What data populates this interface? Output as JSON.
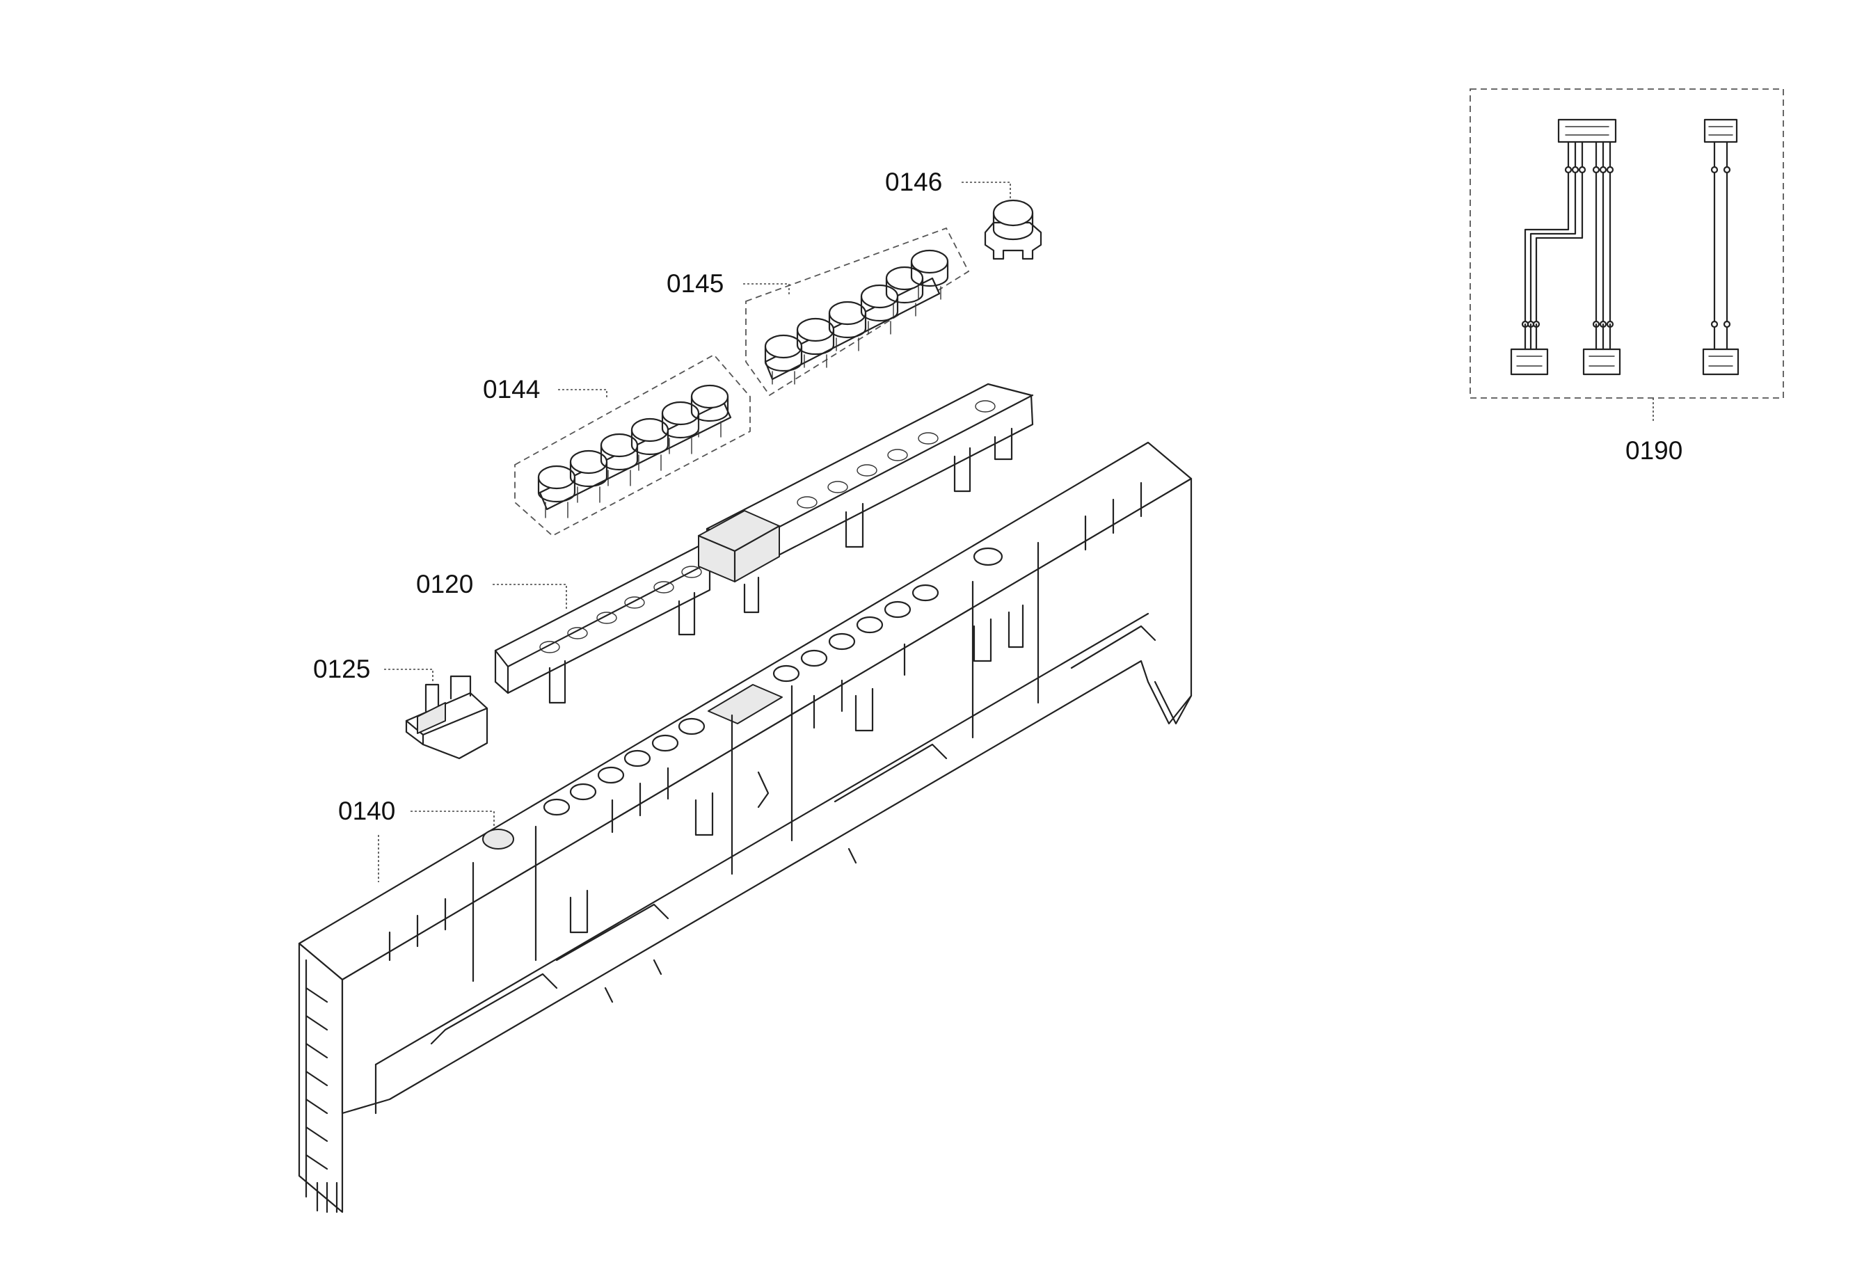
{
  "labels": {
    "p0146": "0146",
    "p0145": "0145",
    "p0144": "0144",
    "p0120": "0120",
    "p0125": "0125",
    "p0140": "0140",
    "p0190": "0190"
  }
}
